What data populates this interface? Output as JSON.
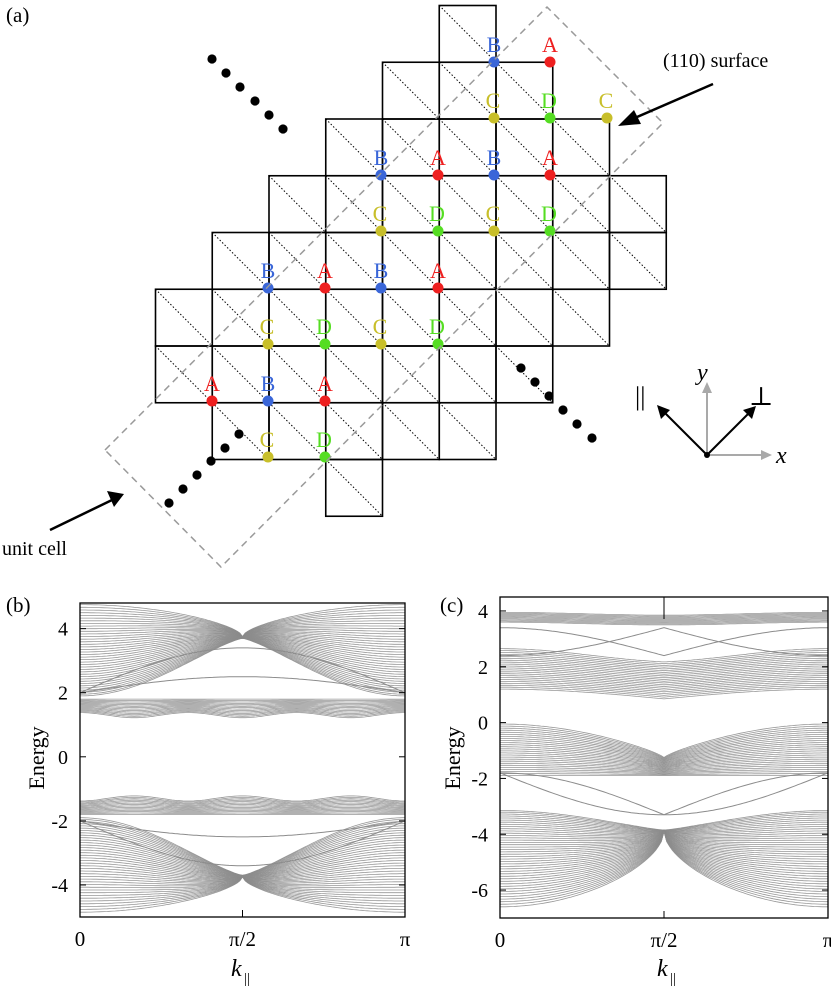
{
  "panel_a": {
    "label": "(a)",
    "site_labels": {
      "A": "A",
      "B": "B",
      "C": "C",
      "D": "D"
    },
    "site_colors": {
      "A": "#ee2020",
      "B": "#3a66d8",
      "C": "#c8bf2a",
      "D": "#55dd22"
    },
    "surface_label": "(110) surface",
    "unit_cell_label": "unit cell",
    "axis_labels": {
      "y": "y",
      "x": "x",
      "parallel": "||",
      "perp": "⊥"
    }
  },
  "panel_b": {
    "label": "(b)",
    "ylabel": "Energy",
    "xlabel": "k",
    "xlabel_sub": "||",
    "yticks": [
      "4",
      "2",
      "0",
      "-2",
      "-4"
    ],
    "xticks": [
      "0",
      "π/2",
      "π"
    ]
  },
  "panel_c": {
    "label": "(c)",
    "ylabel": "Energy",
    "xlabel": "k",
    "xlabel_sub": "||",
    "yticks": [
      "4",
      "2",
      "0",
      "-2",
      "-4",
      "-6"
    ],
    "xticks": [
      "0",
      "π/2",
      "π"
    ]
  },
  "chart_data": [
    {
      "type": "line",
      "panel": "(b)",
      "xlabel": "k_||",
      "ylabel": "Energy",
      "xlim": [
        0,
        3.1416
      ],
      "ylim": [
        -5,
        4.8
      ],
      "bands": [
        {
          "name": "upper bulk",
          "edge_at_0": 1.9,
          "edge_at_pi_2": 3.7,
          "top": 4.7
        },
        {
          "name": "upper flat band",
          "range": [
            1.3,
            1.8
          ]
        },
        {
          "name": "lower flat band",
          "range": [
            -1.8,
            -1.3
          ]
        },
        {
          "name": "lower bulk",
          "edge_at_0": -1.9,
          "edge_at_pi_2": -3.7,
          "bottom": -4.9
        }
      ],
      "edge_states": [
        {
          "x": [
            0,
            1.5708,
            3.1416
          ],
          "y": [
            2.0,
            2.5,
            2.0
          ]
        },
        {
          "x": [
            0,
            1.5708,
            3.1416
          ],
          "y": [
            2.0,
            3.4,
            2.0
          ]
        },
        {
          "x": [
            0,
            1.5708,
            3.1416
          ],
          "y": [
            -2.0,
            -2.5,
            -2.0
          ]
        },
        {
          "x": [
            0,
            1.5708,
            3.1416
          ],
          "y": [
            -2.0,
            -3.4,
            -2.0
          ]
        }
      ]
    },
    {
      "type": "line",
      "panel": "(c)",
      "xlabel": "k_||",
      "ylabel": "Energy",
      "xlim": [
        0,
        3.1416
      ],
      "ylim": [
        -7,
        4.5
      ],
      "bands": [
        {
          "name": "top flat band",
          "range": [
            3.5,
            3.9
          ]
        },
        {
          "name": "second band",
          "range": [
            1.2,
            2.5
          ]
        },
        {
          "name": "third band",
          "range": [
            -1.9,
            0.0
          ]
        },
        {
          "name": "bottom bulk",
          "edge_at_0": -3.2,
          "edge_at_pi_2": -3.8,
          "bottom": -6.6
        }
      ],
      "edge_states": [
        {
          "x": [
            0,
            1.5708,
            3.1416
          ],
          "y": [
            3.4,
            2.4,
            3.4
          ]
        },
        {
          "x": [
            0,
            1.5708,
            3.1416
          ],
          "y": [
            2.4,
            3.4,
            2.4
          ]
        },
        {
          "x": [
            0,
            1.5708,
            3.1416
          ],
          "y": [
            -1.8,
            -3.3,
            -1.8
          ]
        },
        {
          "x": [
            0,
            1.5708,
            3.1416
          ],
          "y": [
            -3.3,
            -1.8,
            -3.3
          ]
        }
      ]
    }
  ]
}
